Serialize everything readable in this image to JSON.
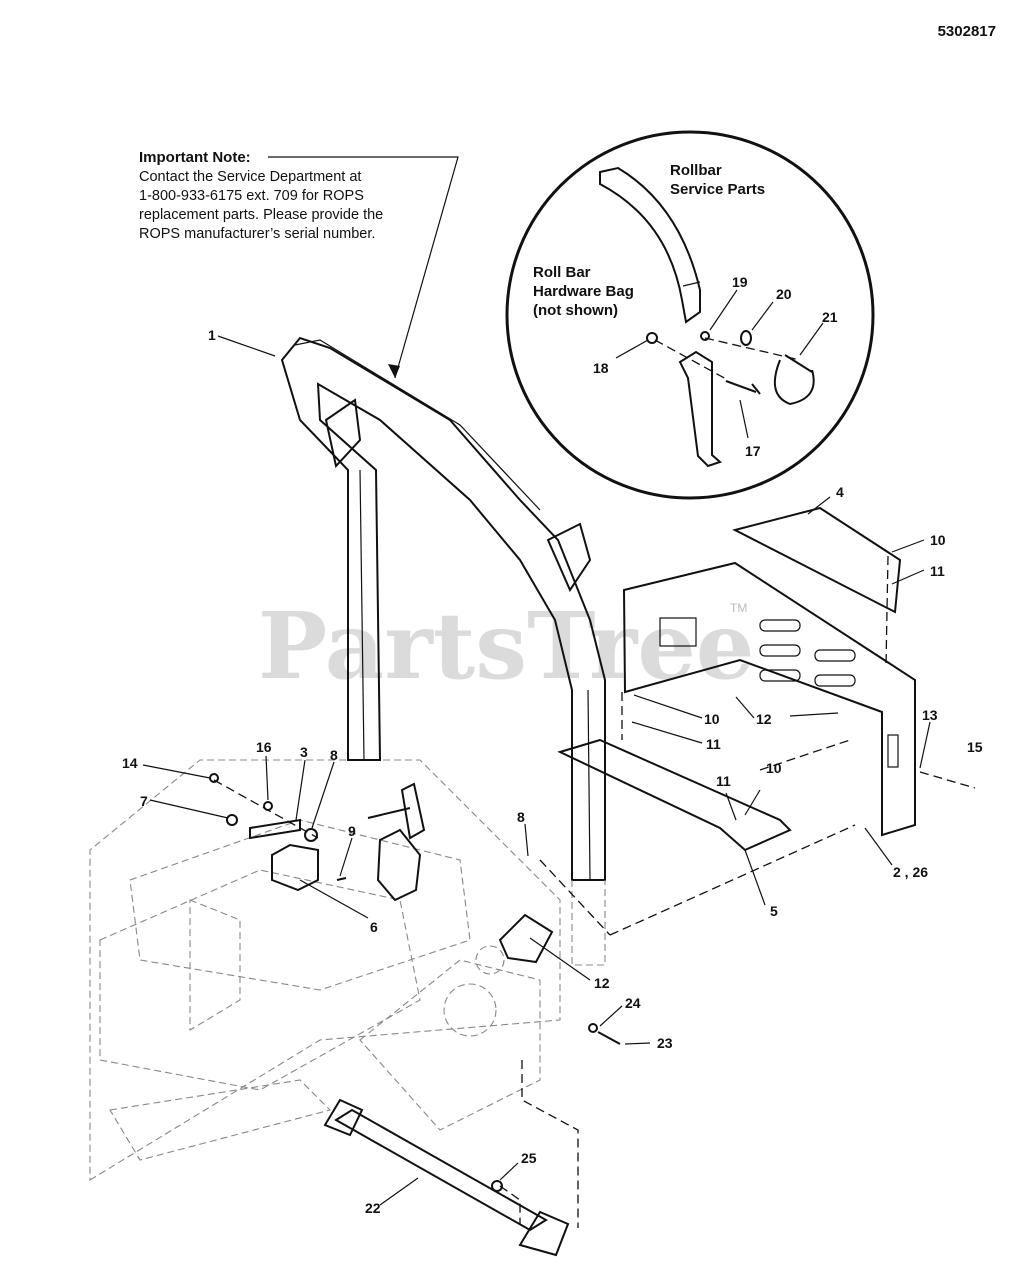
{
  "document_number": "5302817",
  "watermark": "PartsTree",
  "watermark_tm": "TM",
  "important_note": {
    "heading": "Important Note:",
    "lines": [
      "Contact the Service Department at",
      "1-800-933-6175 ext. 709 for ROPS",
      "replacement parts.  Please provide the",
      "ROPS manufacturer’s serial number."
    ]
  },
  "inset": {
    "title_lines": [
      "Rollbar",
      "Service Parts"
    ],
    "hardware_bag_lines": [
      "Roll Bar",
      "Hardware Bag",
      "(not shown)"
    ]
  },
  "callouts": {
    "c1": "1",
    "c2_26": "2 , 26",
    "c3": "3",
    "c4": "4",
    "c5": "5",
    "c6": "6",
    "c7": "7",
    "c8a": "8",
    "c8b": "8",
    "c9": "9",
    "c10a": "10",
    "c10b": "10",
    "c10c": "10",
    "c11a": "11",
    "c11b": "11",
    "c11c": "11",
    "c12a": "12",
    "c12b": "12",
    "c13": "13",
    "c14": "14",
    "c15": "15",
    "c16": "16",
    "c17": "17",
    "c18": "18",
    "c19": "19",
    "c20": "20",
    "c21": "21",
    "c22": "22",
    "c23": "23",
    "c24": "24",
    "c25": "25"
  }
}
